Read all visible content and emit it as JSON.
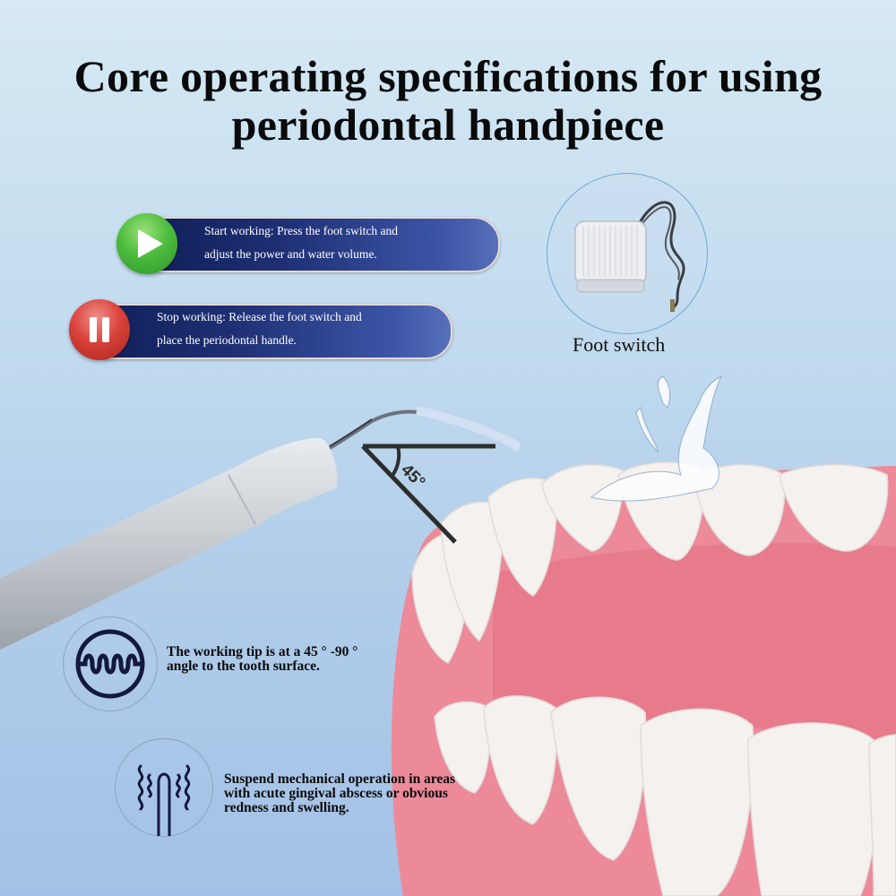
{
  "title": {
    "line1": "Core operating specifications for using",
    "line2": "periodontal handpiece"
  },
  "steps": [
    {
      "icon": "play-icon",
      "line1": "Start working: Press the foot switch and",
      "line2": "adjust the power and water volume.",
      "color": "#4cbc3e"
    },
    {
      "icon": "pause-icon",
      "line1": "Stop working: Release the foot switch and",
      "line2": "place the periodontal handle.",
      "color": "#d9423a"
    }
  ],
  "foot_switch": {
    "caption": "Foot switch"
  },
  "angle_diagram": {
    "label": "45°"
  },
  "features": [
    {
      "icon": "wave-signal-icon",
      "line1": "The working tip is at a 45 ° -90 °",
      "line2": "angle to the tooth surface."
    },
    {
      "icon": "vibrating-tip-icon",
      "line1": "Suspend mechanical operation in areas",
      "line2": "with acute gingival abscess or obvious",
      "line3": "redness and swelling."
    }
  ],
  "colors": {
    "pill_dark": "#0f1f57",
    "pill_light": "#5770b9",
    "gum_pink": "#ec8a9a",
    "tooth_white": "#f4f1ef",
    "icon_navy": "#13183f"
  }
}
